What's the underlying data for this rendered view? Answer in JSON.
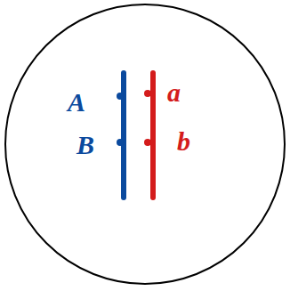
{
  "diagram": {
    "labels": [
      "A",
      "B",
      "a",
      "b"
    ]
  }
}
